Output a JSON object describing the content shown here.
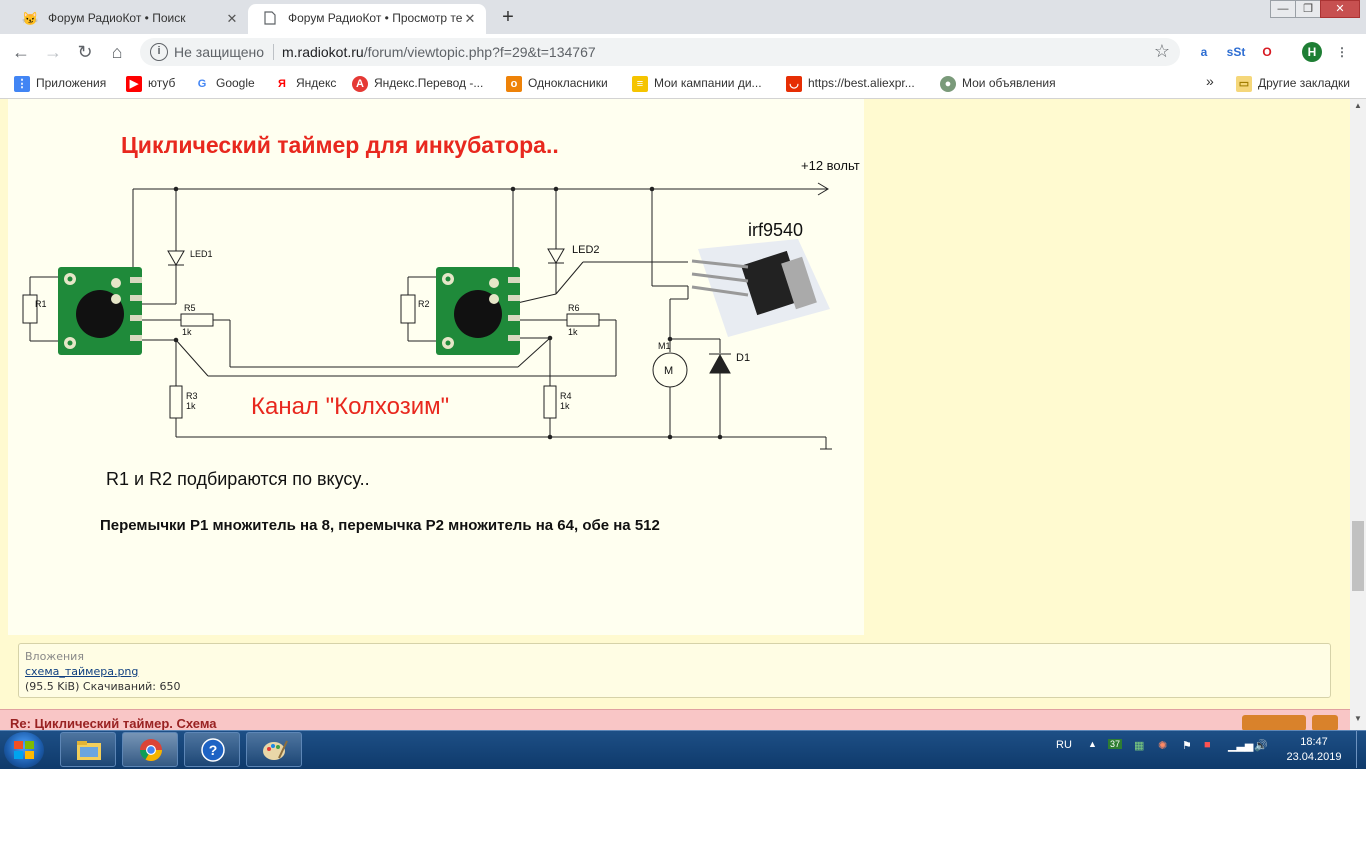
{
  "tabs": [
    {
      "title": "Форум РадиоКот • Поиск",
      "favicon": "cat-icon"
    },
    {
      "title": "Форум РадиоКот • Просмотр те",
      "favicon": "page-icon"
    }
  ],
  "new_tab_symbol": "+",
  "window_controls": [
    "—",
    "❐",
    "✕"
  ],
  "nav": {
    "back": "←",
    "forward": "→",
    "reload": "↻",
    "home": "⌂"
  },
  "omnibox": {
    "security": "Не защищено",
    "url_host": "m.radiokot.ru",
    "url_path": "/forum/viewtopic.php?f=29&t=134767"
  },
  "extensions": [
    {
      "name": "a-icon",
      "glyph": "a",
      "color": "#2d6dd2"
    },
    {
      "name": "sst-icon",
      "glyph": "sSt",
      "color": "#2d6dd2"
    },
    {
      "name": "opera-icon",
      "glyph": "O",
      "color": "#d71921"
    },
    {
      "name": "profile-avatar",
      "glyph": "H",
      "color": "#1e7e34"
    }
  ],
  "bookmarks": [
    {
      "label": "Приложения",
      "icon": "apps-grid-icon",
      "color": "#4285f4"
    },
    {
      "label": "ютуб",
      "icon": "youtube-icon",
      "color": "#ff0000"
    },
    {
      "label": "Google",
      "icon": "google-icon",
      "color": "#4285f4"
    },
    {
      "label": "Яндекс",
      "icon": "yandex-icon",
      "color": "#ff0000"
    },
    {
      "label": "Яндекс.Перевод -...",
      "icon": "translate-icon",
      "color": "#e53935"
    },
    {
      "label": "Однокласники",
      "icon": "ok-icon",
      "color": "#ee8208"
    },
    {
      "label": "Мои кампании ди...",
      "icon": "campaign-icon",
      "color": "#f5c400"
    },
    {
      "label": "https://best.aliexpr...",
      "icon": "aliexpress-icon",
      "color": "#e62e04"
    },
    {
      "label": "Мои объявления",
      "icon": "ads-icon",
      "color": "#7a9a7a"
    }
  ],
  "bookmarks_more": "»",
  "other_bookmarks": "Другие закладки",
  "schematic": {
    "title": "Циклический таймер для инкубатора..",
    "supply": "+12 вольт",
    "mosfet": "irf9540",
    "channel": "Канал \"Колхозим\"",
    "r1r2": "R1 и R2 подбираются по вкусу..",
    "jumpers": "Перемычки Р1 множитель на 8, перемычка Р2 множитель на 64, обе на 512",
    "labels": {
      "led1": "LED1",
      "led2": "LED2",
      "r1": "R1",
      "r2": "R2",
      "r3": "R3",
      "r3v": "1k",
      "r4": "R4",
      "r4v": "1k",
      "r5": "R5",
      "r5v": "1k",
      "r6": "R6",
      "r6v": "1k",
      "d1": "D1",
      "m1": "M1",
      "motor": "M"
    }
  },
  "attachment": {
    "header": "Вложения",
    "file": "схема_таймера.png",
    "info": "(95.5 KiB) Скачиваний: 650"
  },
  "next_post_title": "Re: Циклический таймер. Схема",
  "taskbar": {
    "apps": [
      "explorer-icon",
      "chrome-icon",
      "help-icon",
      "paint-icon"
    ],
    "lang": "RU",
    "tray_badge": "37",
    "time": "18:47",
    "date": "23.04.2019"
  }
}
